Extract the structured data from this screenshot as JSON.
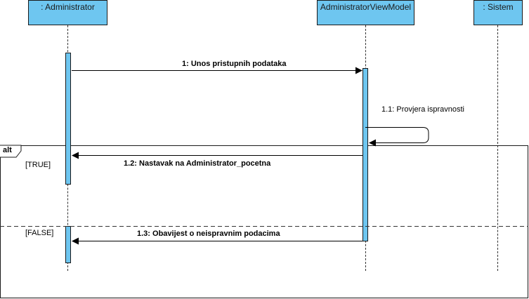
{
  "lifelines": {
    "administrator": ": Administrator",
    "viewmodel": "AdministratorViewModel",
    "sistem": ": Sistem"
  },
  "messages": {
    "m1": "1: Unos pristupnih podataka",
    "m1_1": "1.1: Provjera ispravnosti",
    "m1_2": "1.2: Nastavak na Administrator_pocetna",
    "m1_3": "1.3: Obavijest o neispravnim podacima"
  },
  "fragment": {
    "operator": "alt",
    "guard_true": "[TRUE]",
    "guard_false": "[FALSE]"
  }
}
